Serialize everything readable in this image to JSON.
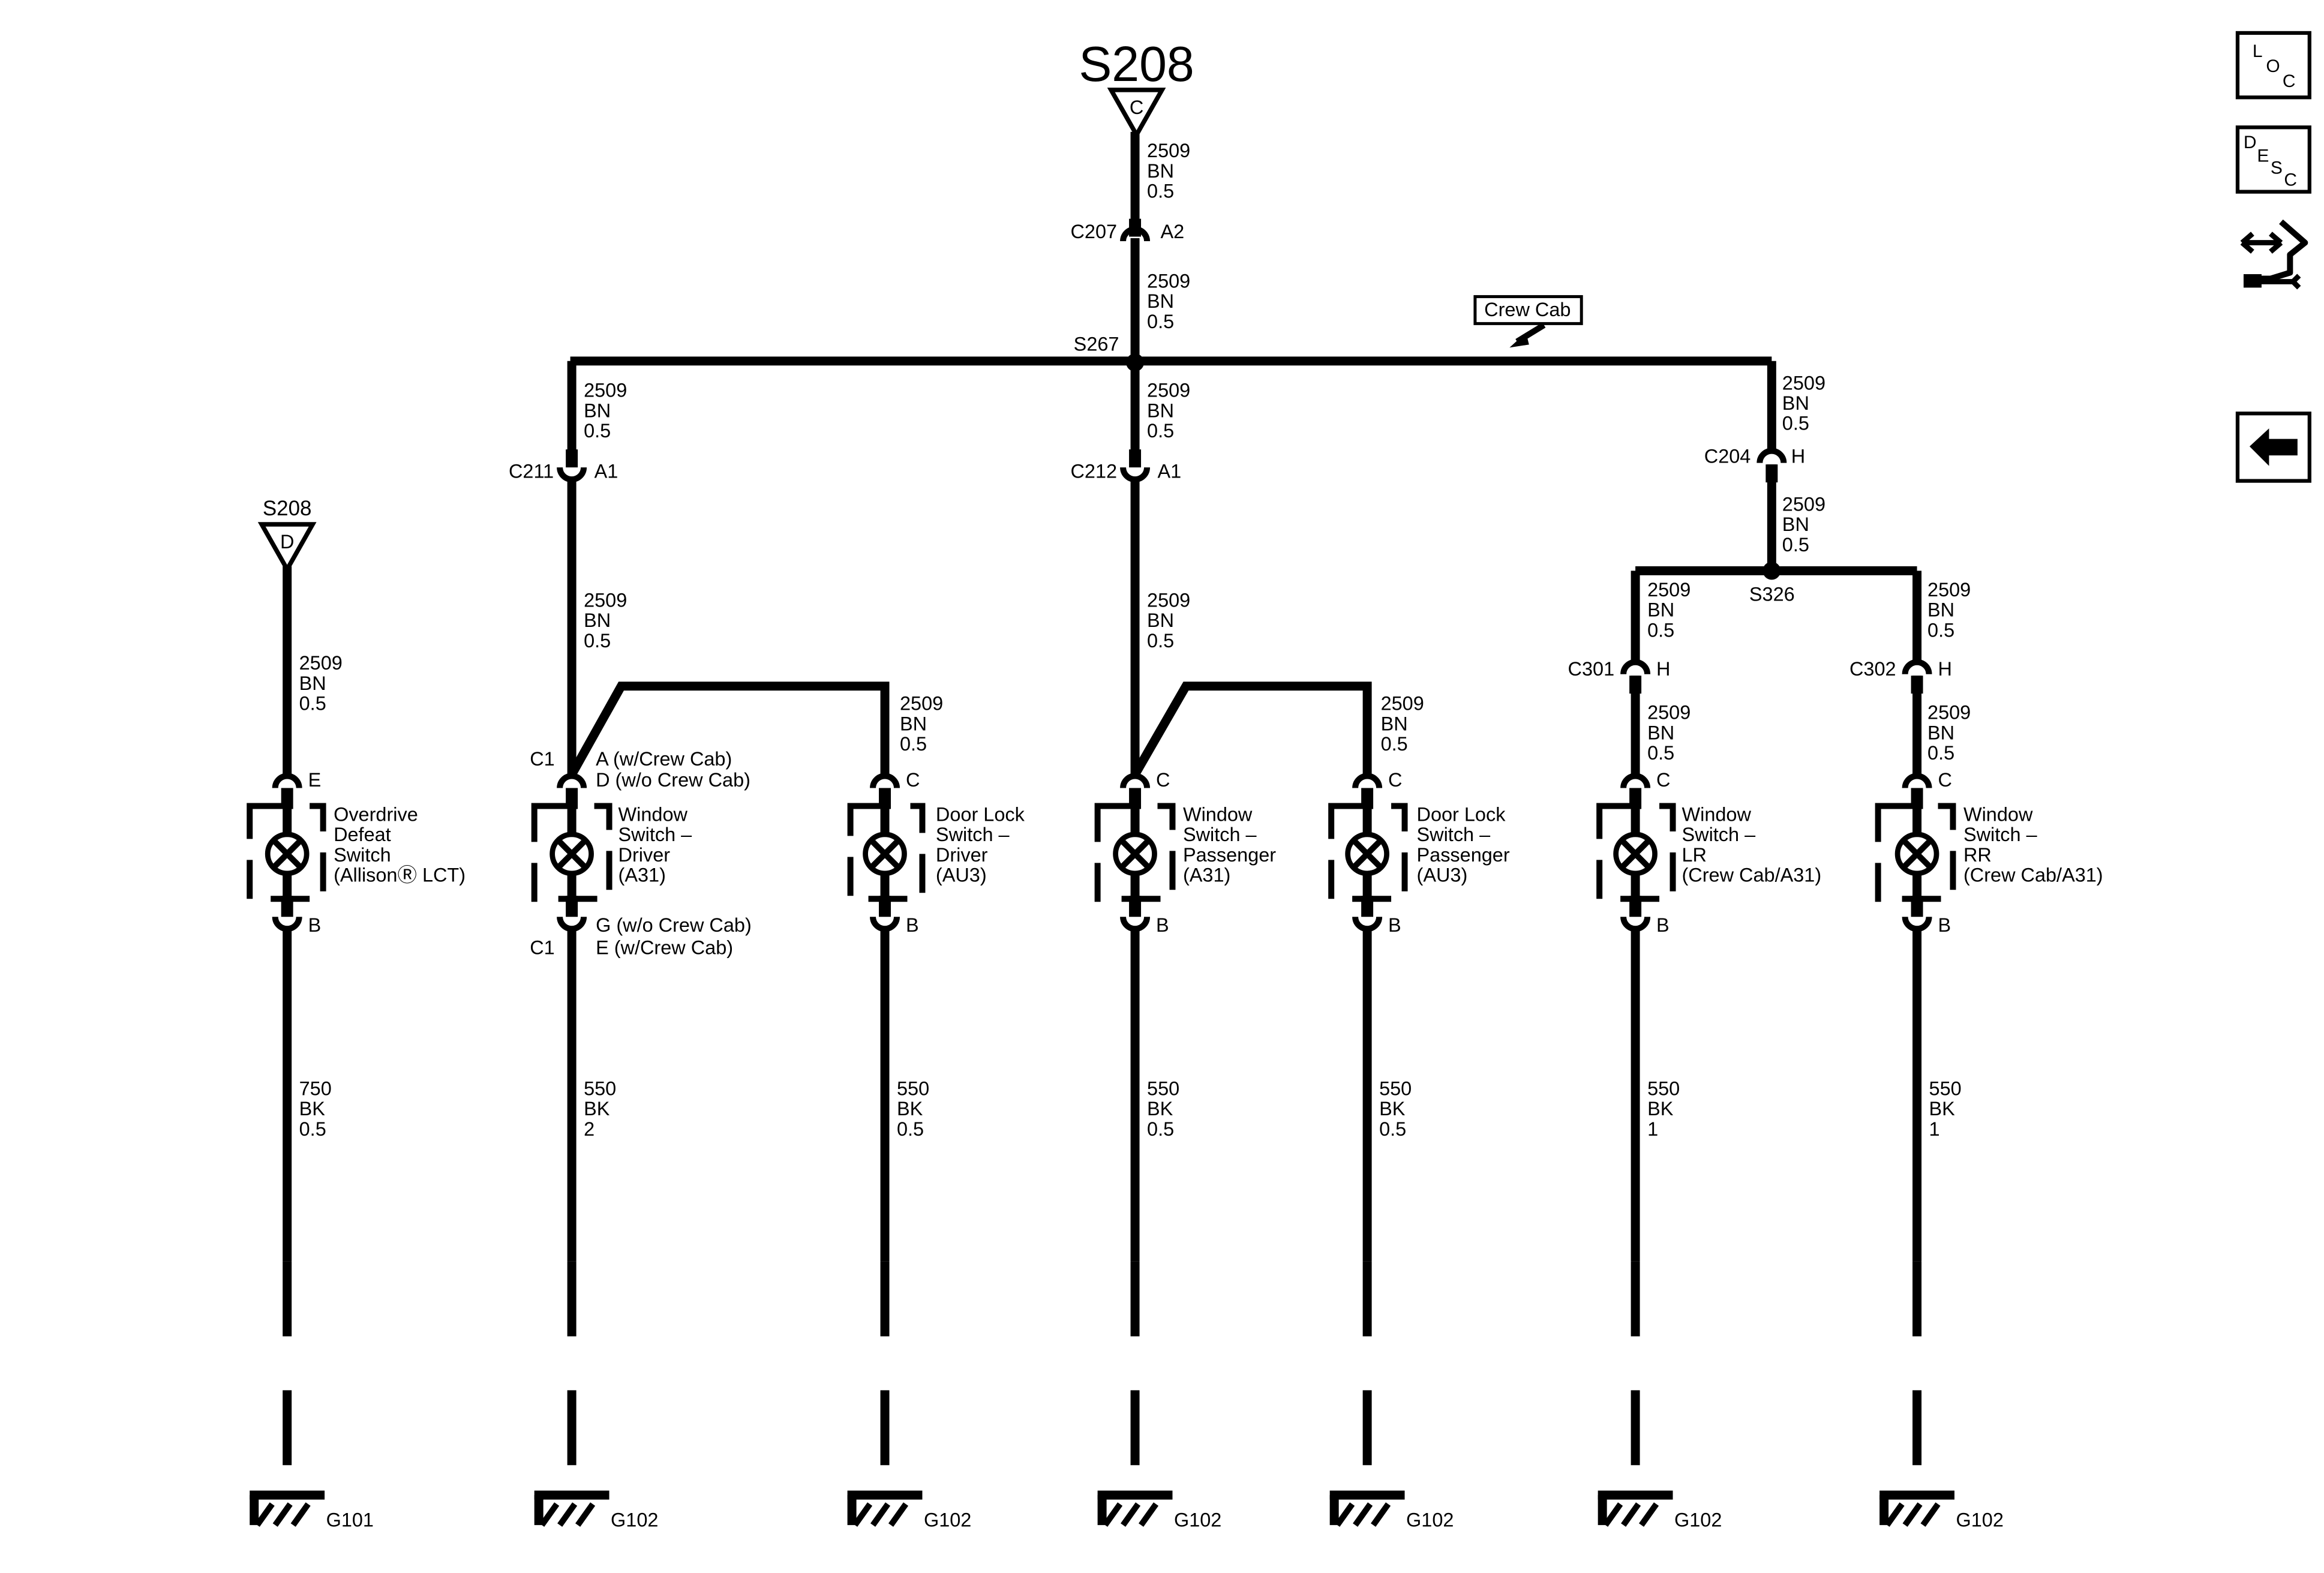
{
  "wire_std": "2509\nBN\n0.5",
  "splices": {
    "s208_c": {
      "name": "S208",
      "letter": "C"
    },
    "s208_d": {
      "name": "S208",
      "letter": "D"
    },
    "s267": "S267",
    "s326": "S326"
  },
  "option_note": "Crew Cab",
  "connectors": {
    "c207": {
      "name": "C207",
      "pin": "A2"
    },
    "c211": {
      "name": "C211",
      "pin": "A1"
    },
    "c212": {
      "name": "C212",
      "pin": "A1"
    },
    "c204": {
      "name": "C204",
      "pin": "H"
    },
    "c301": {
      "name": "C301",
      "pin": "H"
    },
    "c302": {
      "name": "C302",
      "pin": "H"
    }
  },
  "components": {
    "overdrive": {
      "label": [
        "Overdrive",
        "Defeat",
        "Switch",
        "(AllisonⓇ LCT)"
      ],
      "pin_top": "E",
      "pin_bottom": "B",
      "ground_wire": "750\nBK\n0.5",
      "ground": "G101"
    },
    "window_driver": {
      "label": [
        "Window",
        "Switch –",
        "Driver",
        "(A31)"
      ],
      "conn": "C1",
      "pin_top": [
        "A (w/Crew Cab)",
        "D (w/o Crew Cab)"
      ],
      "pin_bottom": [
        "G (w/o Crew Cab)",
        "E (w/Crew Cab)"
      ],
      "ground_wire": "550\nBK\n2",
      "ground": "G102"
    },
    "door_lock_driver": {
      "label": [
        "Door Lock",
        "Switch –",
        "Driver",
        "(AU3)"
      ],
      "pin_top": "C",
      "pin_bottom": "B",
      "ground_wire": "550\nBK\n0.5",
      "ground": "G102"
    },
    "window_passenger": {
      "label": [
        "Window",
        "Switch –",
        "Passenger",
        "(A31)"
      ],
      "pin_top": "C",
      "pin_bottom": "B",
      "ground_wire": "550\nBK\n0.5",
      "ground": "G102"
    },
    "door_lock_passenger": {
      "label": [
        "Door Lock",
        "Switch –",
        "Passenger",
        "(AU3)"
      ],
      "pin_top": "C",
      "pin_bottom": "B",
      "ground_wire": "550\nBK\n0.5",
      "ground": "G102"
    },
    "window_lr": {
      "label": [
        "Window",
        "Switch –",
        "LR",
        "(Crew Cab/A31)"
      ],
      "pin_top": "C",
      "pin_bottom": "B",
      "ground_wire": "550\nBK\n1",
      "ground": "G102"
    },
    "window_rr": {
      "label": [
        "Window",
        "Switch –",
        "RR",
        "(Crew Cab/A31)"
      ],
      "pin_top": "C",
      "pin_bottom": "B",
      "ground_wire": "550\nBK\n1",
      "ground": "G102"
    }
  },
  "side_buttons": {
    "loc": [
      "L",
      "O",
      "C"
    ],
    "desc": [
      "D",
      "E",
      "S",
      "C"
    ],
    "service_icon": "service-procedure-icon",
    "back_icon": "back-arrow-icon"
  }
}
